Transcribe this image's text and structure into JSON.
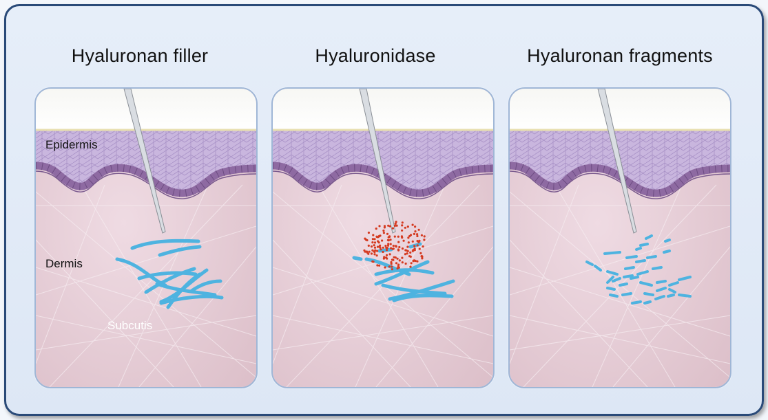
{
  "panels": [
    {
      "title": "Hyaluronan filler"
    },
    {
      "title": "Hyaluronidase"
    },
    {
      "title": "Hyaluronan fragments"
    }
  ],
  "labels": {
    "epidermis": "Epidermis",
    "dermis": "Dermis",
    "subcutis": "Subcutis"
  },
  "colors": {
    "frame_border": "#2a4a78",
    "dermis": "#e6c9d2",
    "epidermis": "#c8b3dc",
    "basal_cells": "#8e6aa2",
    "hyaluronan": "#4eb3e0",
    "hyaluronidase": "#d43a20"
  }
}
